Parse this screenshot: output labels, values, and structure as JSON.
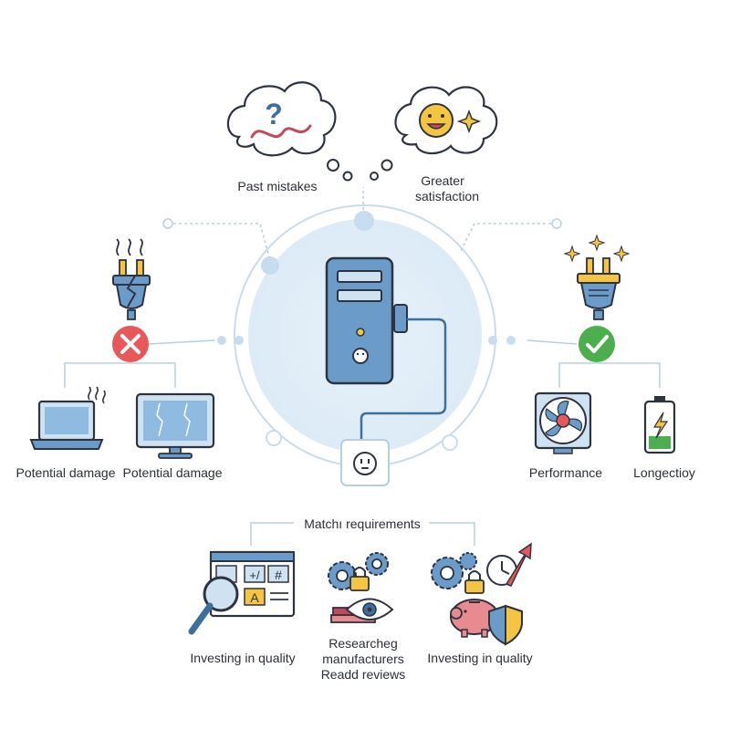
{
  "thoughts": {
    "past_mistakes": "Past mistakes",
    "greater_satisfaction_line1": "Greater",
    "greater_satisfaction_line2": "satisfaction"
  },
  "left": {
    "label_laptop": "Potential damage",
    "label_monitor": "Potential damage"
  },
  "right": {
    "label_fan": "Performance",
    "label_battery": "Longectioy"
  },
  "bottom": {
    "header": "Matchı requirements",
    "item1": "Investing in quality",
    "item2_line1": "Researcheg",
    "item2_line2": "manufacturers",
    "item2_line3": "Readd reviews",
    "item3": "Investing in quality"
  },
  "icons": {
    "question": "?",
    "hashtag": "#",
    "plus_minus": "+/",
    "letter_a": "A"
  },
  "colors": {
    "outline": "#2d3440",
    "blue": "#6b9cc9",
    "blue_dark": "#3f6f9e",
    "light_blue": "#cfe2f1",
    "connector": "#b8cfe3",
    "red": "#e8585a",
    "green": "#4cae4c",
    "yellow": "#f5c542",
    "pink": "#e88a8f"
  }
}
